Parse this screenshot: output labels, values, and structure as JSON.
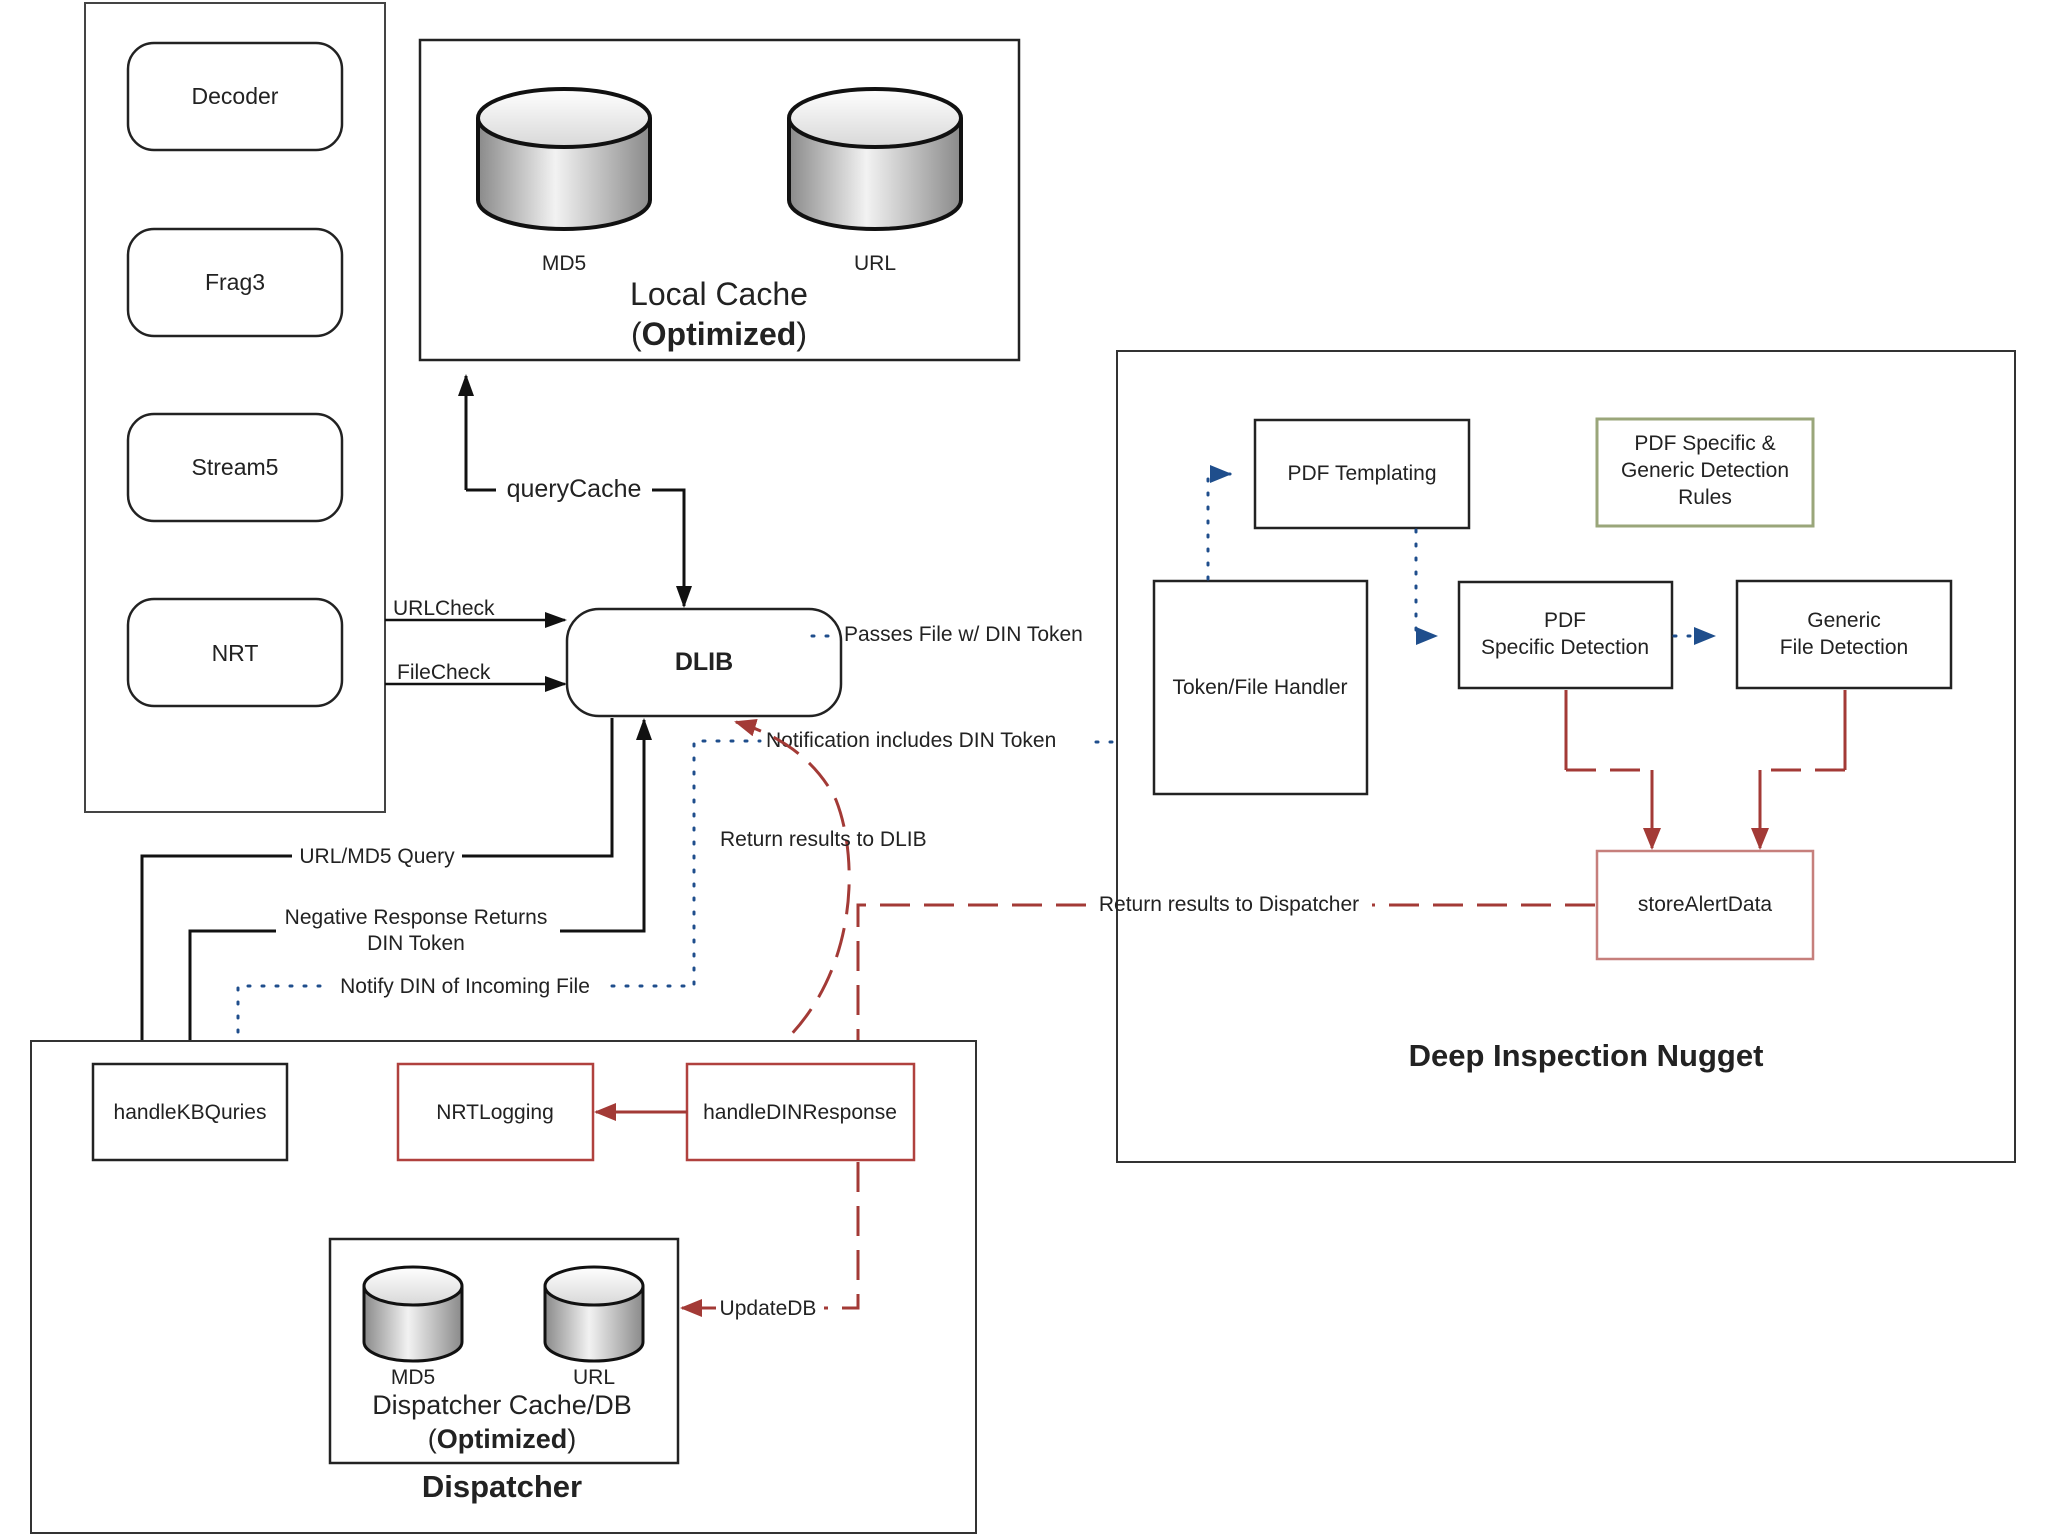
{
  "preprocessors": {
    "items": [
      {
        "label": "Decoder"
      },
      {
        "label": "Frag3"
      },
      {
        "label": "Stream5"
      },
      {
        "label": "NRT"
      }
    ]
  },
  "local_cache": {
    "db1": "MD5",
    "db2": "URL",
    "title": "Local Cache",
    "subtitle_open": "(",
    "subtitle_bold": "Optimized",
    "subtitle_close": ")"
  },
  "dlib": {
    "label": "DLIB"
  },
  "din": {
    "title": "Deep Inspection Nugget",
    "pdf_templating": "PDF Templating",
    "rules": [
      "PDF Specific &",
      "Generic Detection",
      "Rules"
    ],
    "token_handler": "Token/File Handler",
    "pdf_specific": [
      "PDF",
      "Specific Detection"
    ],
    "generic": [
      "Generic",
      "File Detection"
    ],
    "store_alert": "storeAlertData"
  },
  "dispatcher": {
    "title": "Dispatcher",
    "handle_kb": "handleKBQuries",
    "nrt_logging": "NRTLogging",
    "handle_din": "handleDINResponse",
    "cache_db1": "MD5",
    "cache_db2": "URL",
    "cache_title": "Dispatcher Cache/DB",
    "cache_subtitle_open": "(",
    "cache_subtitle_bold": "Optimized",
    "cache_subtitle_close": ")"
  },
  "edges": {
    "query_cache": "queryCache",
    "url_check": "URLCheck",
    "file_check": "FileCheck",
    "passes_file": "Passes File w/ DIN Token",
    "notification": "Notification includes DIN Token",
    "return_dlib": "Return results to DLIB",
    "url_md5_query": "URL/MD5 Query",
    "negative_response": [
      "Negative Response Returns",
      "DIN Token"
    ],
    "notify_din": "Notify DIN of Incoming File",
    "return_dispatcher": "Return results to Dispatcher",
    "update_db": "UpdateDB"
  },
  "colors": {
    "black_flow": "#111111",
    "blue_dotted_flow": "#1f4e8c",
    "red_flow": "#a33a36",
    "rules_border": "#9aa67a"
  }
}
